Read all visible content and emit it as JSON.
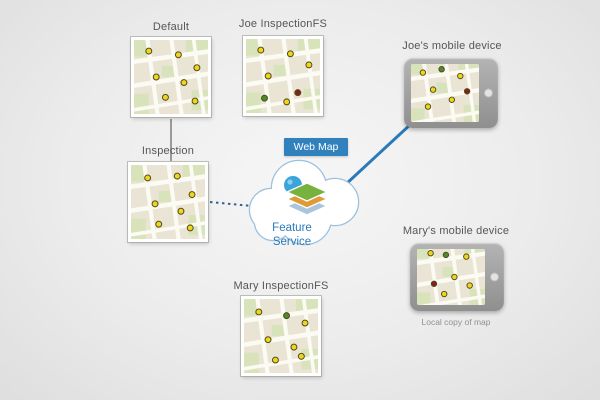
{
  "nodes": {
    "default_version": {
      "label": "Default"
    },
    "joe_version": {
      "label": "Joe InspectionFS"
    },
    "inspection_map": {
      "label": "Inspection"
    },
    "mary_version": {
      "label": "Mary InspectionFS"
    },
    "joe_device": {
      "label": "Joe's mobile device"
    },
    "mary_device": {
      "label": "Mary's mobile device",
      "caption": "Local copy of map"
    }
  },
  "cloud": {
    "badge_label": "Web Map",
    "service_label": "Feature Service",
    "badge_color": "#3181bd",
    "accent_blue": "#2a7ab9"
  },
  "map_colors": {
    "y": "#f2d51a",
    "g": "#4e8a27",
    "r": "#8a1f14"
  },
  "map_style": {
    "ground": "#e9e4d4",
    "park": "#d8e3bb",
    "road": "#fbfaf3",
    "dot_outline": "#4c4c20",
    "parks": [
      [
        0,
        0,
        14,
        18
      ],
      [
        56,
        0,
        24,
        14
      ],
      [
        0,
        58,
        16,
        22
      ],
      [
        30,
        28,
        14,
        12
      ],
      [
        62,
        54,
        18,
        22
      ]
    ],
    "roads": [
      [
        -4,
        24,
        84,
        12,
        5
      ],
      [
        -4,
        50,
        84,
        36,
        5
      ],
      [
        -4,
        76,
        84,
        62,
        4
      ],
      [
        14,
        -4,
        26,
        84,
        4.5
      ],
      [
        40,
        -4,
        52,
        84,
        4.5
      ],
      [
        64,
        -4,
        76,
        84,
        4
      ]
    ]
  },
  "maps": {
    "default": {
      "dots": [
        [
          16,
          12,
          "y"
        ],
        [
          48,
          16,
          "y"
        ],
        [
          68,
          30,
          "y"
        ],
        [
          24,
          40,
          "y"
        ],
        [
          54,
          46,
          "y"
        ],
        [
          34,
          62,
          "y"
        ],
        [
          66,
          66,
          "y"
        ]
      ]
    },
    "joe_fs": {
      "dots": [
        [
          16,
          12,
          "y"
        ],
        [
          48,
          16,
          "y"
        ],
        [
          68,
          28,
          "y"
        ],
        [
          24,
          40,
          "y"
        ],
        [
          56,
          58,
          "r"
        ],
        [
          20,
          64,
          "g"
        ],
        [
          44,
          68,
          "y"
        ]
      ]
    },
    "inspection": {
      "dots": [
        [
          18,
          14,
          "y"
        ],
        [
          50,
          12,
          "y"
        ],
        [
          66,
          32,
          "y"
        ],
        [
          26,
          42,
          "y"
        ],
        [
          54,
          50,
          "y"
        ],
        [
          30,
          64,
          "y"
        ],
        [
          64,
          68,
          "y"
        ]
      ]
    },
    "mary_fs": {
      "dots": [
        [
          16,
          14,
          "y"
        ],
        [
          46,
          18,
          "g"
        ],
        [
          66,
          26,
          "y"
        ],
        [
          26,
          44,
          "y"
        ],
        [
          54,
          52,
          "y"
        ],
        [
          34,
          66,
          "y"
        ],
        [
          62,
          62,
          "y"
        ]
      ]
    },
    "joe_device": {
      "dots": [
        [
          14,
          16,
          "y"
        ],
        [
          36,
          12,
          "g"
        ],
        [
          58,
          20,
          "y"
        ],
        [
          66,
          38,
          "r"
        ],
        [
          26,
          36,
          "y"
        ],
        [
          48,
          48,
          "y"
        ],
        [
          20,
          56,
          "y"
        ]
      ]
    },
    "mary_device": {
      "dots": [
        [
          16,
          12,
          "y"
        ],
        [
          34,
          14,
          "g"
        ],
        [
          58,
          16,
          "y"
        ],
        [
          20,
          48,
          "r"
        ],
        [
          44,
          40,
          "y"
        ],
        [
          62,
          50,
          "y"
        ],
        [
          32,
          60,
          "y"
        ]
      ]
    }
  }
}
